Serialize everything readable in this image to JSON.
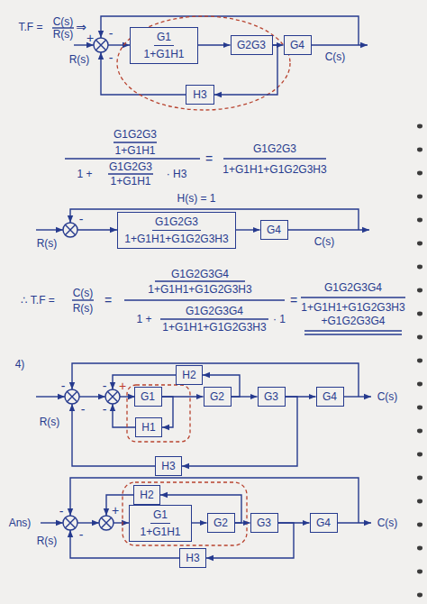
{
  "diagram": {
    "nodes": [
      {
        "text": [
          "G1",
          "1+G1H1"
        ]
      },
      {
        "text": [
          "G2G3"
        ]
      },
      {
        "text": [
          "G4"
        ]
      },
      {
        "text": [
          "H3"
        ]
      },
      {
        "text": [
          "G1G2G3",
          "1+G1H1+G1G2G3H3"
        ]
      },
      {
        "text": [
          "G4"
        ]
      },
      {
        "text": [
          "H2"
        ]
      },
      {
        "text": [
          "G1"
        ]
      },
      {
        "text": [
          "G2"
        ]
      },
      {
        "text": [
          "G3"
        ]
      },
      {
        "text": [
          "G4"
        ]
      },
      {
        "text": [
          "H1"
        ]
      },
      {
        "text": [
          "H3"
        ]
      },
      {
        "text": [
          "H2"
        ]
      },
      {
        "text": [
          "G1",
          "1+G1H1"
        ]
      },
      {
        "text": [
          "G2"
        ]
      },
      {
        "text": [
          "G3"
        ]
      },
      {
        "text": [
          "G4"
        ]
      },
      {
        "text": [
          "H3"
        ]
      }
    ],
    "edges": [
      {
        "from": 0,
        "to": 1,
        "arrow": "to"
      },
      {
        "from": 1,
        "to": 2,
        "arrow": "to"
      },
      {
        "from": 1,
        "to": 3,
        "arrow": "to"
      },
      {
        "from": 4,
        "to": 5,
        "arrow": "to"
      },
      {
        "from": 7,
        "to": 8,
        "arrow": "to"
      },
      {
        "from": 7,
        "to": 11,
        "arrow": "to"
      },
      {
        "from": 8,
        "to": 6,
        "arrow": "to"
      },
      {
        "from": 8,
        "to": 9,
        "arrow": "to"
      },
      {
        "from": 9,
        "to": 10,
        "arrow": "to"
      },
      {
        "from": 9,
        "to": 12,
        "arrow": "to"
      },
      {
        "from": 14,
        "to": 15,
        "arrow": "to"
      },
      {
        "from": 15,
        "to": 13,
        "arrow": "to"
      },
      {
        "from": 15,
        "to": 16,
        "arrow": "to"
      },
      {
        "from": 16,
        "to": 17,
        "arrow": "to"
      },
      {
        "from": 16,
        "to": 18,
        "arrow": "to"
      }
    ],
    "labels": [
      "T.F =",
      "C(s)",
      "R(s)",
      "⇒",
      "+",
      "-",
      "-",
      "R(s)",
      "C(s)",
      "G1G2G3",
      "1+G1H1",
      "1 +",
      "G1G2G3",
      "1+G1H1",
      "· H3",
      "=",
      "G1G2G3",
      "1+G1H1+G1G2G3H3",
      "H(s) = 1",
      "-",
      "R(s)",
      "C(s)",
      "∴ T.F =",
      "C(s)",
      "R(s)",
      "=",
      "G1G2G3G4",
      "1+G1H1+G1G2G3H3",
      "1 +",
      "G1G2G3G4",
      "1+G1H1+G1G2G3H3",
      "· 1",
      "=",
      "G1G2G3G4",
      "1+G1H1+G1G2G3H3",
      "+G1G2G3G4",
      "4)",
      "-",
      "-",
      "R(s)",
      "-",
      "+",
      "-",
      "C(s)",
      "Ans)",
      "-",
      "-",
      "R(s)",
      "+",
      "C(s)"
    ]
  }
}
